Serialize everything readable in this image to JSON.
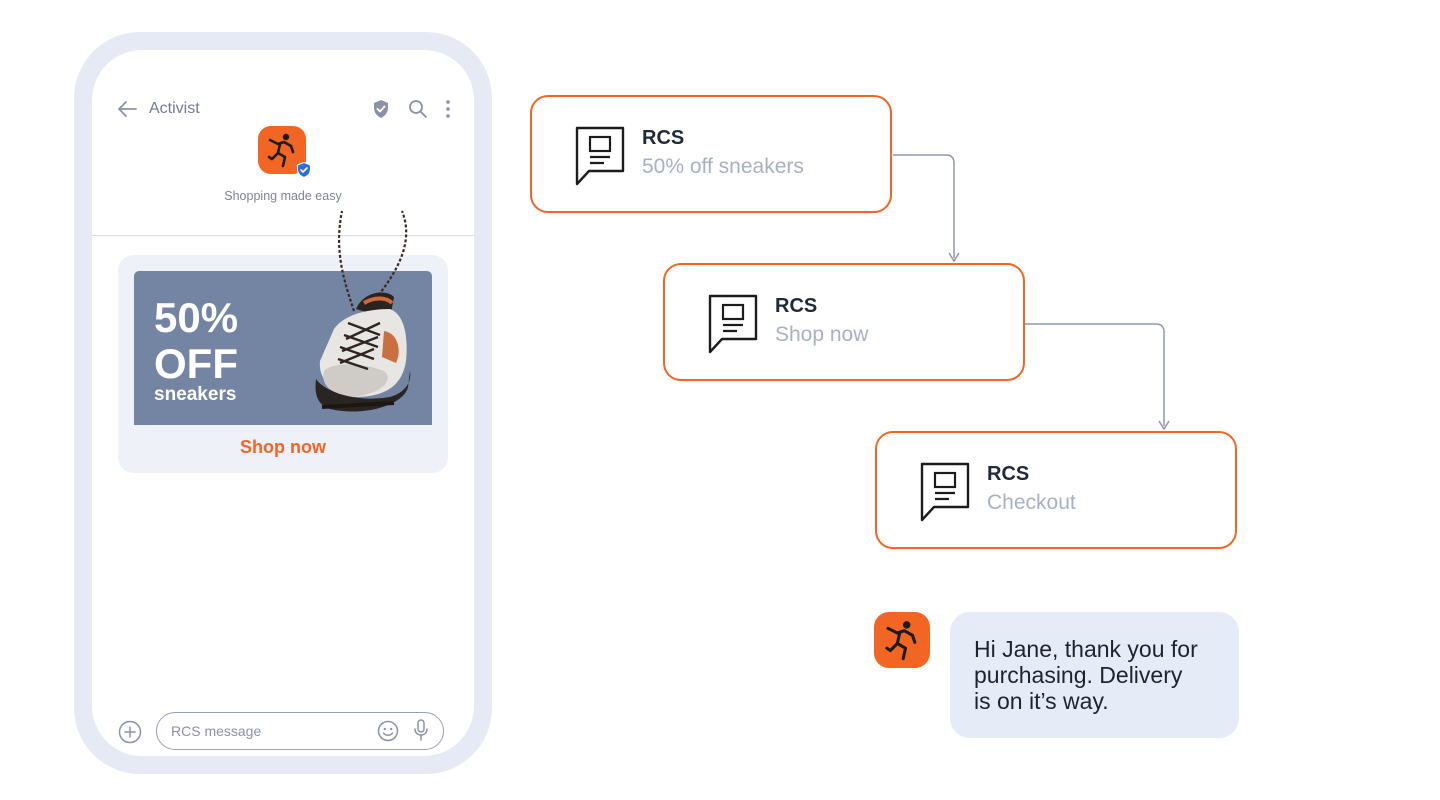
{
  "phone": {
    "header": {
      "brand_name": "Activist",
      "tagline": "Shopping made easy",
      "icons": [
        "arrow-left-icon",
        "verified-shield-icon",
        "search-icon",
        "more-vertical-icon"
      ]
    },
    "promo_card": {
      "line1": "50%",
      "line2": "OFF",
      "line3": "sneakers",
      "action_label": "Shop now"
    },
    "composer": {
      "placeholder": "RCS message",
      "icons": [
        "plus-circle-icon",
        "emoji-icon",
        "microphone-icon"
      ]
    }
  },
  "flow": {
    "nodes": [
      {
        "title": "RCS",
        "subtitle": "50% off sneakers"
      },
      {
        "title": "RCS",
        "subtitle": "Shop now"
      },
      {
        "title": "RCS",
        "subtitle": "Checkout"
      }
    ]
  },
  "message": {
    "text": "Hi Jane, thank you for\npurchasing. Delivery\nis on it’s way."
  },
  "colors": {
    "accent": "#f26522",
    "phone_frame": "#e6eaf5",
    "banner": "#7485a4",
    "bubble": "#e6ebf8",
    "subtitle": "#a7b1c6"
  }
}
